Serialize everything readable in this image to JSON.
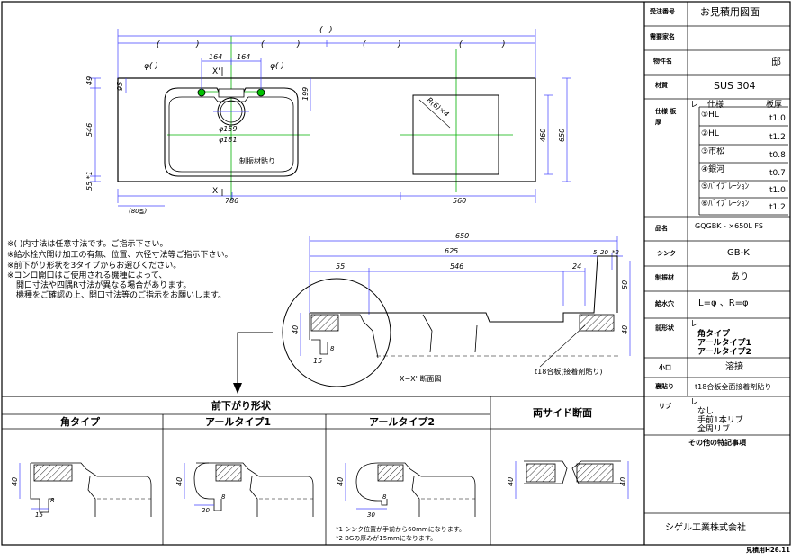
{
  "title_block": {
    "rows": [
      {
        "label": "受注番号",
        "value": "お見積用図面"
      },
      {
        "label": "需要家名",
        "value": ""
      },
      {
        "label": "物件名",
        "value": "邸"
      },
      {
        "label": "材質",
        "value": "SUS 304"
      },
      {
        "label": "仕様 板厚",
        "value": ""
      },
      {
        "label": "品名",
        "value": "GQGBK - ×650L FS"
      },
      {
        "label": "シンク",
        "value": "GB-K"
      },
      {
        "label": "制振材",
        "value": "あり"
      },
      {
        "label": "給水穴",
        "value": "L=φ 、R=φ"
      },
      {
        "label": "前形状",
        "value": ""
      },
      {
        "label": "小口",
        "value": "溶接"
      },
      {
        "label": "裏貼り",
        "value": "t18合板全面接着剤貼り"
      },
      {
        "label": "リブ",
        "value": ""
      }
    ],
    "spec_header": {
      "spec": "仕様",
      "thickness": "板厚"
    },
    "spec_rows": [
      {
        "name": "①HL",
        "t": "t1.0"
      },
      {
        "name": "②HL",
        "t": "t1.2"
      },
      {
        "name": "③市松",
        "t": "t0.8"
      },
      {
        "name": "④銀河",
        "t": "t0.7"
      },
      {
        "name": "⑤ﾊﾞｲﾌﾞﾚｰｼｮﾝ",
        "t": "t1.0"
      },
      {
        "name": "⑥ﾊﾞｲﾌﾞﾚｰｼｮﾝ",
        "t": "t1.2"
      }
    ],
    "front_shape_options": [
      "角タイプ",
      "アールタイプ1",
      "アールタイプ2"
    ],
    "rib_options": [
      "なし",
      "手前1本リブ",
      "全周リブ"
    ],
    "check_mark": "レ",
    "other_notes_label": "その他の特記事項",
    "company": "シゲル工業株式会社",
    "doc_code": "見積用H26.11"
  },
  "plan_view": {
    "dims_top": [
      "(",
      ")",
      "(",
      ")",
      "(",
      ")",
      "(",
      ")",
      "(",
      ")"
    ],
    "dim_164_left": "164",
    "dim_164_right": "164",
    "phi_left": "φ(      )",
    "phi_right": "φ(      )",
    "section_mark_top": "X'",
    "section_mark_bottom": "X",
    "dim_49": "49",
    "dim_95": "95",
    "dim_546": "546",
    "dim_55": "55 *1",
    "dim_199": "199",
    "dim_159": "φ159",
    "dim_181": "φ181",
    "damper_label": "制振材貼り",
    "radius_label": "R(6)×4",
    "dim_460": "460",
    "dim_650": "650",
    "dim_786": "786",
    "dim_560": "560",
    "dim_80": "(80≦)"
  },
  "notes": [
    "※(  )内寸法は任意寸法です。ご指示下さい。",
    "※給水栓穴開け加工の有無、位置、穴径寸法等ご指示下さい。",
    "※前下がり形状を3タイプからお選びください。",
    "※コンロ開口はご使用される機種によって、",
    "開口寸法や四隅R寸法が異なる場合があります。",
    "機種をご確認の上、開口寸法等のご指示をお願いします。"
  ],
  "section_view": {
    "dim_650": "650",
    "dim_625": "625",
    "dim_5": "5",
    "dim_20": "20",
    "dim_2": "*2",
    "dim_55": "55",
    "dim_546": "546",
    "dim_24": "24",
    "dim_50": "50",
    "dim_40_right": "40",
    "dim_40_left": "40",
    "dim_8": "8",
    "dim_15": "15",
    "section_title": "X−X' 断面図",
    "plywood_label": "t18合板(接着剤貼り)"
  },
  "bottom_panel": {
    "header": "前下がり形状",
    "types": [
      {
        "title": "角タイプ",
        "dim_h": "40",
        "dim_w": "15",
        "dim_s": "8"
      },
      {
        "title": "アールタイプ1",
        "dim_h": "40",
        "dim_w": "20",
        "dim_s": "8"
      },
      {
        "title": "アールタイプ2",
        "dim_h": "40",
        "dim_w": "30",
        "dim_s": "8"
      }
    ],
    "side_title": "両サイド断面",
    "side_dim_left": "40",
    "side_dim_right": "40",
    "footnotes": [
      "*1 シンク位置が手前から60mmになります。",
      "*2 BGの厚みが15mmになります。"
    ]
  }
}
